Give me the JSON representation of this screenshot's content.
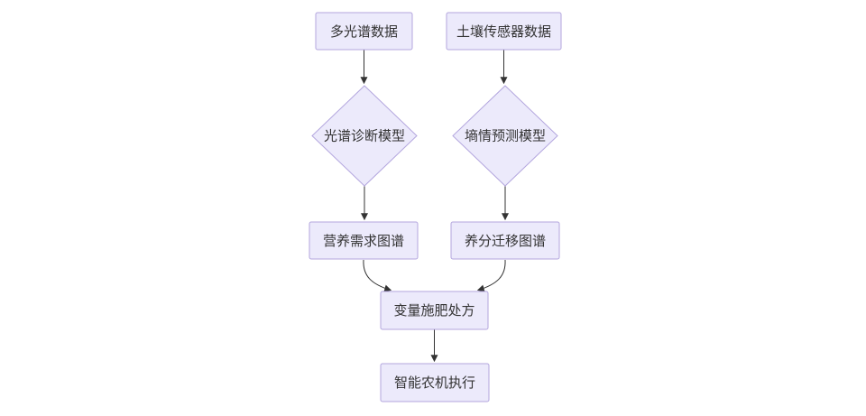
{
  "flowchart": {
    "direction": "top-down",
    "nodes": {
      "multispectral_data": {
        "label": "多光谱数据",
        "shape": "rectangle"
      },
      "soil_sensor_data": {
        "label": "土壤传感器数据",
        "shape": "rectangle"
      },
      "spectral_diagnosis_model": {
        "label": "光谱诊断模型",
        "shape": "diamond"
      },
      "soil_moisture_prediction_model": {
        "label": "墒情预测模型",
        "shape": "diamond"
      },
      "nutrient_demand_map": {
        "label": "营养需求图谱",
        "shape": "rectangle"
      },
      "nutrient_migration_map": {
        "label": "养分迁移图谱",
        "shape": "rectangle"
      },
      "variable_fertilization_prescription": {
        "label": "变量施肥处方",
        "shape": "rectangle"
      },
      "smart_machinery_execution": {
        "label": "智能农机执行",
        "shape": "rectangle"
      }
    },
    "edges": [
      {
        "from": "多光谱数据",
        "to": "光谱诊断模型"
      },
      {
        "from": "土壤传感器数据",
        "to": "墒情预测模型"
      },
      {
        "from": "光谱诊断模型",
        "to": "营养需求图谱"
      },
      {
        "from": "墒情预测模型",
        "to": "养分迁移图谱"
      },
      {
        "from": "营养需求图谱",
        "to": "变量施肥处方"
      },
      {
        "from": "养分迁移图谱",
        "to": "变量施肥处方"
      },
      {
        "from": "变量施肥处方",
        "to": "智能农机执行"
      }
    ],
    "colors": {
      "node_fill": "#ECEAFB",
      "node_border": "#B3A6DE",
      "arrow": "#333333",
      "text": "#333333",
      "background": "#FFFFFF"
    }
  }
}
